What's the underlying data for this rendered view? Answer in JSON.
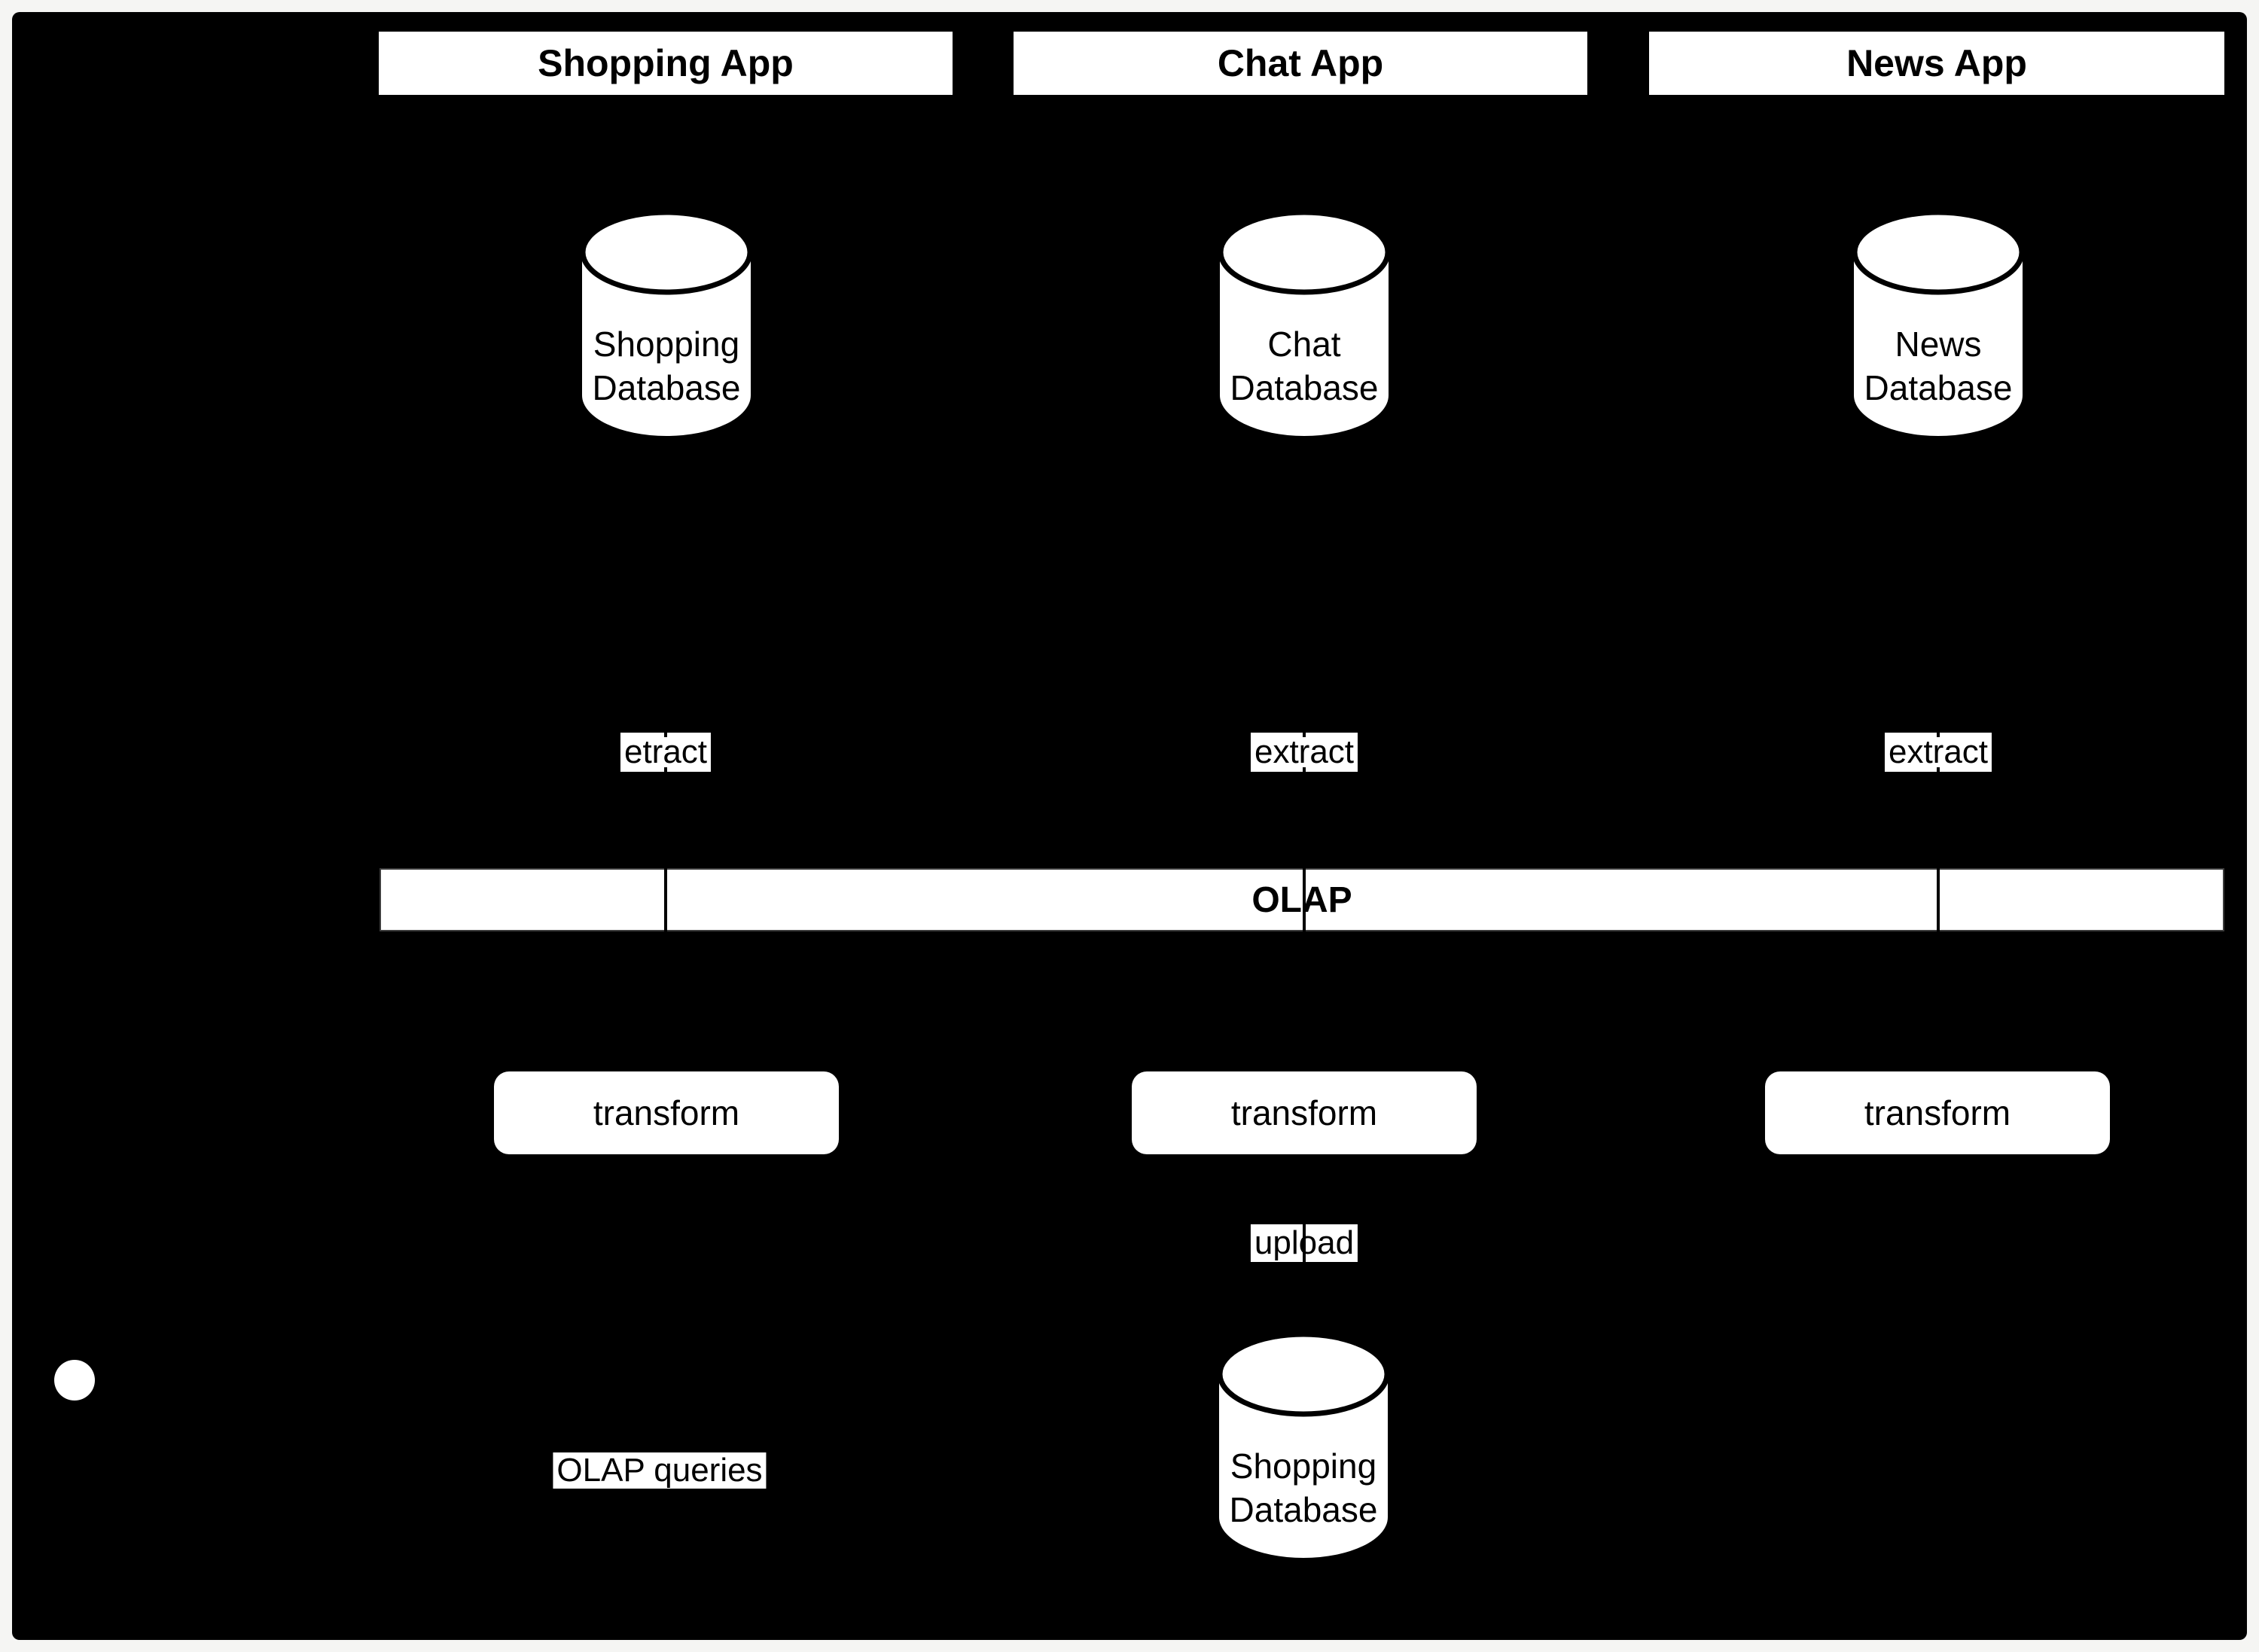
{
  "page": {
    "background_color": "#f5f5f3",
    "canvas_color": "#000000",
    "node_fill_color": "#ffffff",
    "node_text_color": "#000000",
    "edge_color": "#000000"
  },
  "columns": [
    {
      "app_title": "Shopping App",
      "database_label": "Shopping\nDatabase",
      "extract_label": "etract",
      "transform_label": "transform"
    },
    {
      "app_title": "Chat App",
      "database_label": "Chat\nDatabase",
      "extract_label": "extract",
      "transform_label": "transform"
    },
    {
      "app_title": "News App",
      "database_label": "News\nDatabase",
      "extract_label": "extract",
      "transform_label": "transform"
    }
  ],
  "olap": {
    "label": "OLAP"
  },
  "upload": {
    "label": "upload"
  },
  "warehouse": {
    "database_label": "Shopping\nDatabase"
  },
  "queries": {
    "label": "OLAP queries"
  },
  "actor": {
    "icon": "user-circle"
  }
}
